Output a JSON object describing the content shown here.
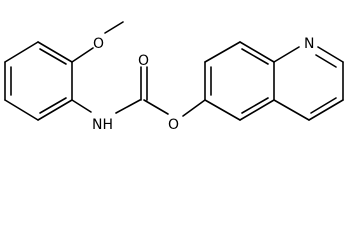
{
  "molecule": {
    "atom_labels": {
      "methoxy_oxygen": "O",
      "carbonyl_oxygen": "O",
      "ester_oxygen": "O",
      "amide_nitrogen": "NH",
      "quinoline_nitrogen": "N"
    }
  },
  "colors": {
    "bond": "#000000",
    "label": "#000000",
    "background": "#ffffff"
  }
}
